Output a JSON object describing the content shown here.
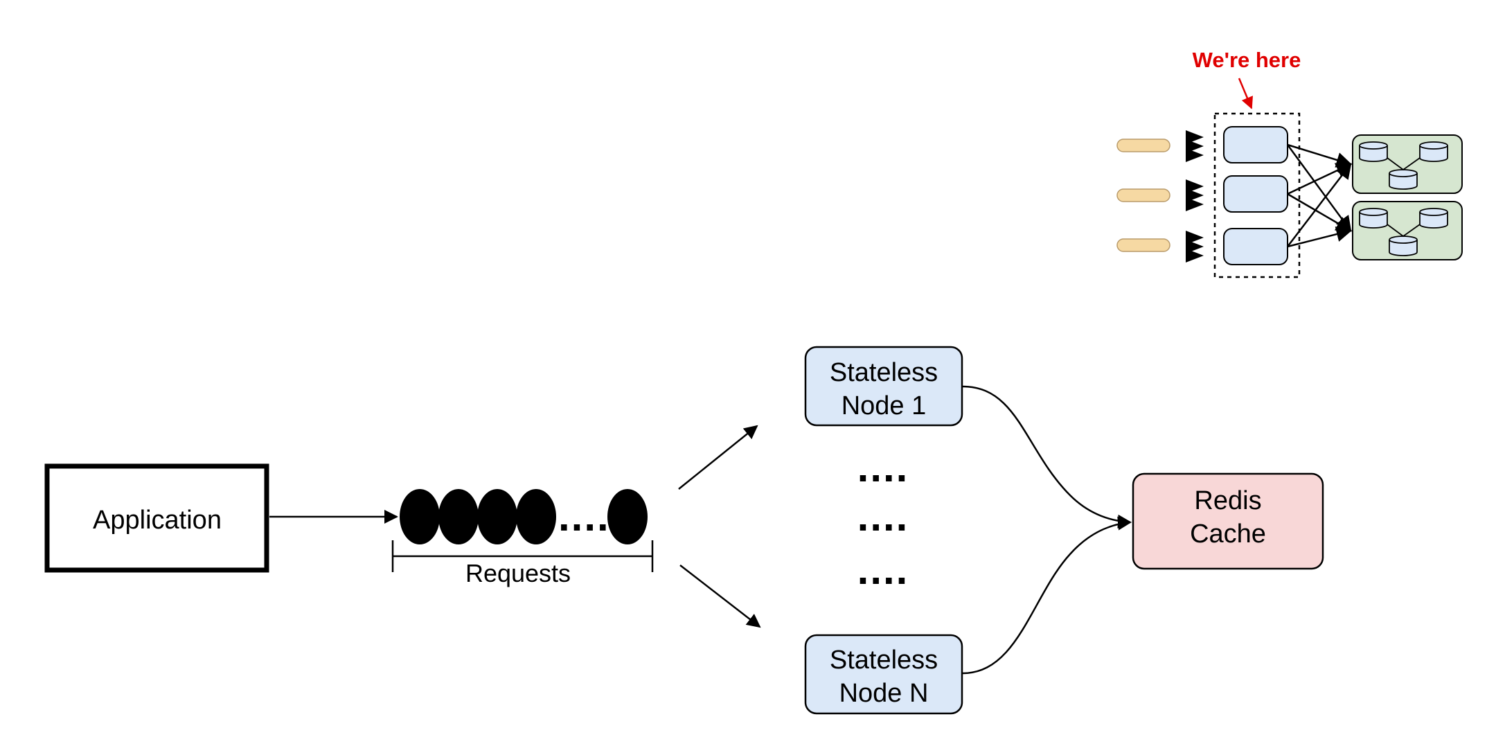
{
  "application": {
    "label": "Application"
  },
  "requests": {
    "label": "Requests",
    "ellipsis": "....."
  },
  "stateless_nodes": [
    {
      "line1": "Stateless",
      "line2": "Node 1"
    },
    {
      "line1": "Stateless",
      "line2": "Node N"
    }
  ],
  "node_ellipsis": [
    "....",
    "....",
    "...."
  ],
  "redis": {
    "line1": "Redis",
    "line2": "Cache"
  },
  "minimap": {
    "here_label": "We're here"
  },
  "colors": {
    "node_fill": "#dbe8f8",
    "redis_fill": "#f8d7d7",
    "db_group_fill": "#d6e6d0",
    "client_pill_fill": "#f6d9a3",
    "highlight_red": "#e00000"
  }
}
